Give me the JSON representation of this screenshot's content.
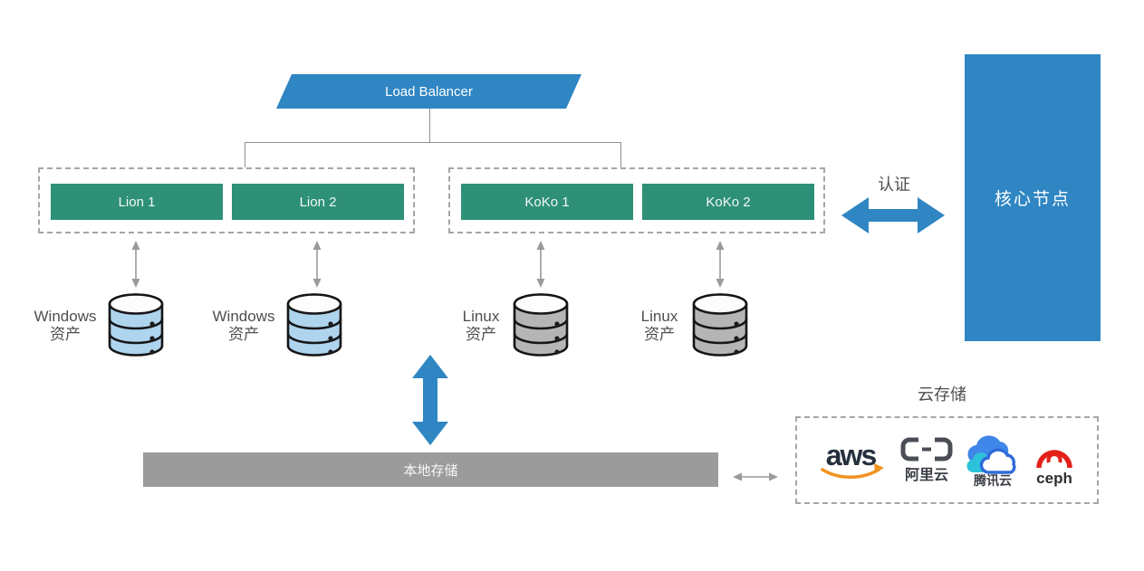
{
  "colors": {
    "blue": "#2f86c3",
    "green": "#2e9077",
    "gray-bar": "#9b9b9b",
    "line-gray": "#8f8f8f",
    "arrow-gray": "#9a9a9a",
    "dash-gray": "#a6a6a6",
    "db-windows": "#aed4ee",
    "db-linux": "#b5b5b5",
    "db-stroke": "#161616",
    "label-gray": "#4f4f4f",
    "aws-navy": "#252f3e",
    "aws-orange": "#f0931f",
    "ali-gray": "#4a4e54",
    "tencent-blue": "#3f87e8",
    "tencent-outline": "#2f6bd8",
    "tencent-teal": "#2cc2d9",
    "ceph-red": "#e32119",
    "logo-text": "#3a3e45"
  },
  "load_balancer": {
    "label": "Load Balancer"
  },
  "server_groups": [
    {
      "name": "lion",
      "nodes": [
        "Lion 1",
        "Lion 2"
      ]
    },
    {
      "name": "koko",
      "nodes": [
        "KoKo 1",
        "KoKo 2"
      ]
    }
  ],
  "assets": [
    {
      "line1": "Windows",
      "line2": "资产",
      "type": "windows"
    },
    {
      "line1": "Windows",
      "line2": "资产",
      "type": "windows"
    },
    {
      "line1": "Linux",
      "line2": "资产",
      "type": "linux"
    },
    {
      "line1": "Linux",
      "line2": "资产",
      "type": "linux"
    }
  ],
  "auth_label": "认证",
  "core_node_label": "核心节点",
  "local_storage_label": "本地存储",
  "cloud_storage": {
    "title": "云存储",
    "providers": [
      "aws",
      "阿里云",
      "腾讯云",
      "ceph"
    ]
  }
}
